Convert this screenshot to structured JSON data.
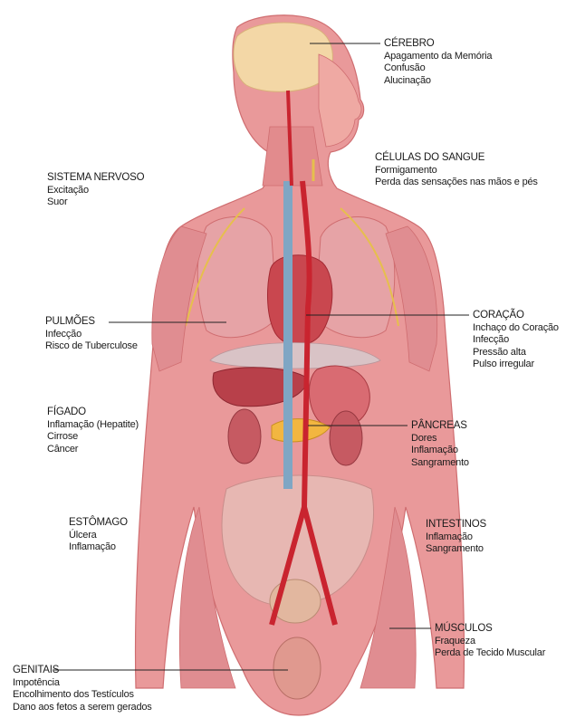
{
  "colors": {
    "skin": "#e9999a",
    "skin_dark": "#cf6d70",
    "artery": "#c9242f",
    "vein": "#7fa6c4",
    "nerve": "#e6bf4d",
    "bone": "#efe4c2",
    "brain": "#f3d7a6",
    "text": "#1a1a1a"
  },
  "labels": {
    "cerebro": {
      "title": "CÉREBRO",
      "items": [
        "Apagamento da Memória",
        "Confusão",
        "Alucinação"
      ]
    },
    "celulas": {
      "title": "CÉLULAS DO SANGUE",
      "items": [
        "Formigamento",
        "Perda das sensações nas mãos e pés"
      ]
    },
    "nervoso": {
      "title": "SISTEMA NERVOSO",
      "items": [
        "Excitação",
        "Suor"
      ]
    },
    "pulmoes": {
      "title": "PULMÕES",
      "items": [
        "Infecção",
        "Risco de Tuberculose"
      ]
    },
    "coracao": {
      "title": "CORAÇÃO",
      "items": [
        "Inchaço do Coração",
        "Infecção",
        "Pressão alta",
        "Pulso irregular"
      ]
    },
    "figado": {
      "title": "FÍGADO",
      "items": [
        "Inflamação (Hepatite)",
        "Cirrose",
        "Câncer"
      ]
    },
    "pancreas": {
      "title": "PÂNCREAS",
      "items": [
        "Dores",
        "Inflamação",
        "Sangramento"
      ]
    },
    "estomago": {
      "title": "ESTÔMAGO",
      "items": [
        "Úlcera",
        "Inflamação"
      ]
    },
    "intestinos": {
      "title": "INTESTINOS",
      "items": [
        "Inflamação",
        "Sangramento"
      ]
    },
    "musculos": {
      "title": "MÚSCULOS",
      "items": [
        "Fraqueza",
        "Perda de Tecido Muscular"
      ]
    },
    "genitais": {
      "title": "GENITAIS",
      "items": [
        "Impotência",
        "Encolhimento dos Testículos",
        "Dano aos fetos a serem gerados"
      ]
    }
  }
}
